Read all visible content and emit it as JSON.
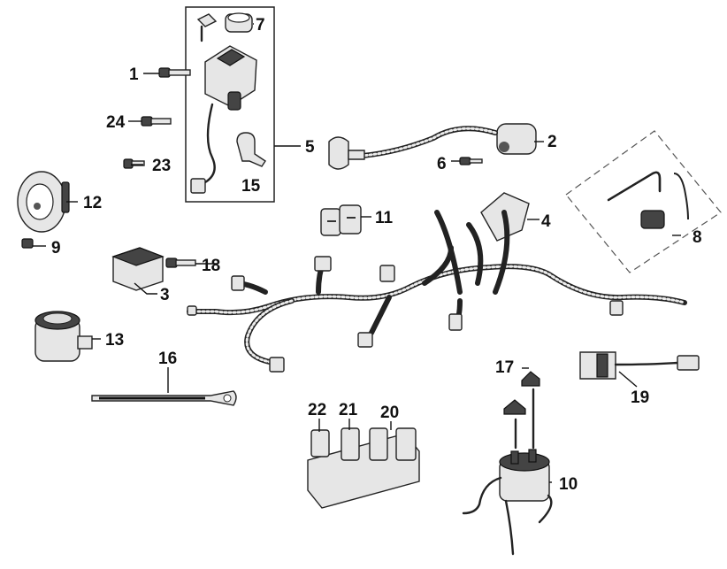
{
  "callouts": [
    {
      "id": "c1",
      "text": "1"
    },
    {
      "id": "c2",
      "text": "2"
    },
    {
      "id": "c3",
      "text": "3"
    },
    {
      "id": "c4",
      "text": "4"
    },
    {
      "id": "c5",
      "text": "5"
    },
    {
      "id": "c6",
      "text": "6"
    },
    {
      "id": "c7",
      "text": "7"
    },
    {
      "id": "c8",
      "text": "8"
    },
    {
      "id": "c9",
      "text": "9"
    },
    {
      "id": "c10",
      "text": "10"
    },
    {
      "id": "c11",
      "text": "11"
    },
    {
      "id": "c12",
      "text": "12"
    },
    {
      "id": "c13",
      "text": "13"
    },
    {
      "id": "c15",
      "text": "15"
    },
    {
      "id": "c16",
      "text": "16"
    },
    {
      "id": "c17",
      "text": "17"
    },
    {
      "id": "c18",
      "text": "18"
    },
    {
      "id": "c19",
      "text": "19"
    },
    {
      "id": "c20",
      "text": "20"
    },
    {
      "id": "c21",
      "text": "21"
    },
    {
      "id": "c22",
      "text": "22"
    },
    {
      "id": "c23",
      "text": "23"
    },
    {
      "id": "c24",
      "text": "24"
    }
  ]
}
